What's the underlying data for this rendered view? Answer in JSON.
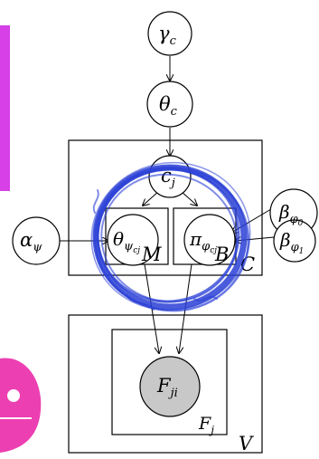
{
  "diagram": {
    "nodes": {
      "gamma": {
        "base": "γ",
        "sub": "c"
      },
      "theta_c": {
        "base": "θ",
        "sub": "c"
      },
      "c_j": {
        "base": "c",
        "sub": "j"
      },
      "alpha": {
        "base": "α",
        "sub": "ψ"
      },
      "theta_psi": {
        "base": "θ",
        "sub": "ψ",
        "subsub": "cj"
      },
      "pi_phi": {
        "base": "π",
        "sub": "φ",
        "subsub": "cj"
      },
      "beta0": {
        "base": "β",
        "sub": "φ",
        "subsub": "0"
      },
      "beta1": {
        "base": "β",
        "sub": "φ",
        "subsub": "1"
      },
      "F": {
        "base": "F",
        "sub": "ji"
      }
    },
    "plates": {
      "M": "M",
      "B": "B",
      "C": "C",
      "Fj": {
        "base": "F",
        "sub": "j"
      },
      "V": "V"
    }
  },
  "colors": {
    "scribble": "#2a3fd6",
    "magenta_panel": "#d640e6",
    "pink_blob": "#ec3fb2",
    "observed_fill": "#c8c8c8"
  }
}
